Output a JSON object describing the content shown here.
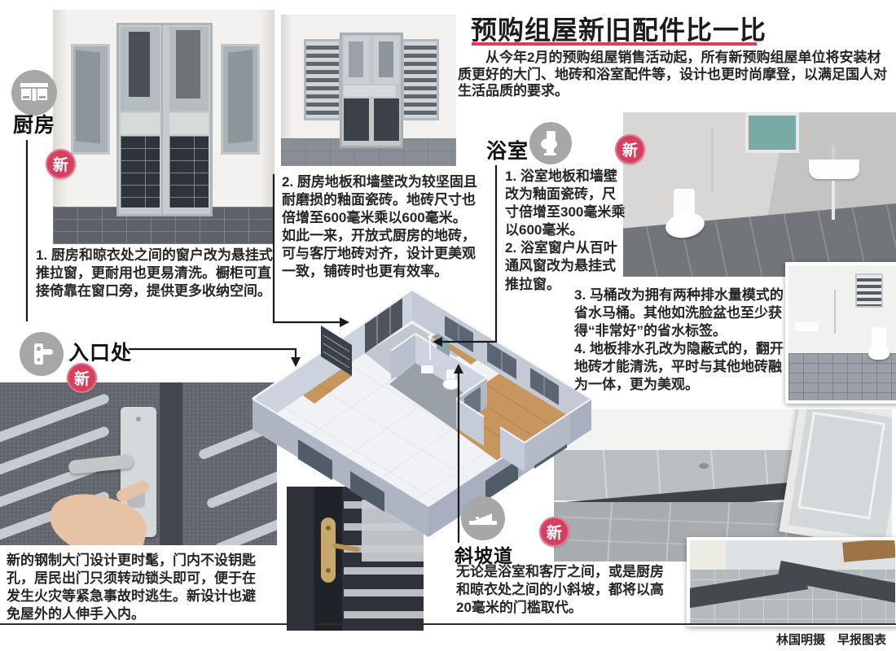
{
  "title": "预购组屋新旧配件比一比",
  "intro": "从今年2月的预购组屋销售活动起，所有新预购组屋单位将安装材质更好的大门、地砖和浴室配件等，设计也更时尚摩登，以满足国人对生活品质的要求。",
  "badge": "新",
  "colors": {
    "badge_red": "#d5405f",
    "title_underline": "#e23a5e",
    "icon_gray": "#a7a7a7"
  },
  "icons": {
    "kitchen": "window-icon",
    "bathroom": "toilet-icon",
    "entrance": "door-handle-icon",
    "ramp": "ramp-icon"
  },
  "sections": {
    "kitchen": {
      "label": "厨房",
      "point1": "1. 厨房和晾衣处之间的窗户改为悬挂式推拉窗，更耐用也更易清洗。橱柜可直接倚靠在窗口旁，提供更多收纳空间。",
      "point2": "2. 厨房地板和墙壁改为较坚固且耐磨损的釉面瓷砖。地砖尺寸也倍增至600毫米乘以600毫米。如此一来，开放式厨房的地砖，可与客厅地砖对齐，设计更美观一致，铺砖时也更有效率。"
    },
    "bathroom": {
      "label": "浴室",
      "point1": "1. 浴室地板和墙壁改为釉面瓷砖，尺寸倍增至300毫米乘以600毫米。",
      "point2": "2. 浴室窗户从百叶通风窗改为悬挂式推拉窗。",
      "point3": "3. 马桶改为拥有两种排水量模式的省水马桶。其他如洗脸盆也至少获得“非常好”的省水标签。",
      "point4": "4. 地板排水孔改为隐蔽式的，翻开地砖才能清洗，平时与其他地砖融为一体，更为美观。"
    },
    "entrance": {
      "label": "入口处",
      "text": "新的钢制大门设计更时髦，门内不设钥匙孔，居民出门只须转动锁头即可，便于在发生火灾等紧急事故时逃生。新设计也避免屋外的人伸手入内。"
    },
    "ramp": {
      "label": "斜坡道",
      "text": "无论是浴室和客厅之间，或是厨房和晾衣处之间的小斜坡，都将以高20毫米的门槛取代。"
    }
  },
  "credit": "林国明摄　早报图表"
}
